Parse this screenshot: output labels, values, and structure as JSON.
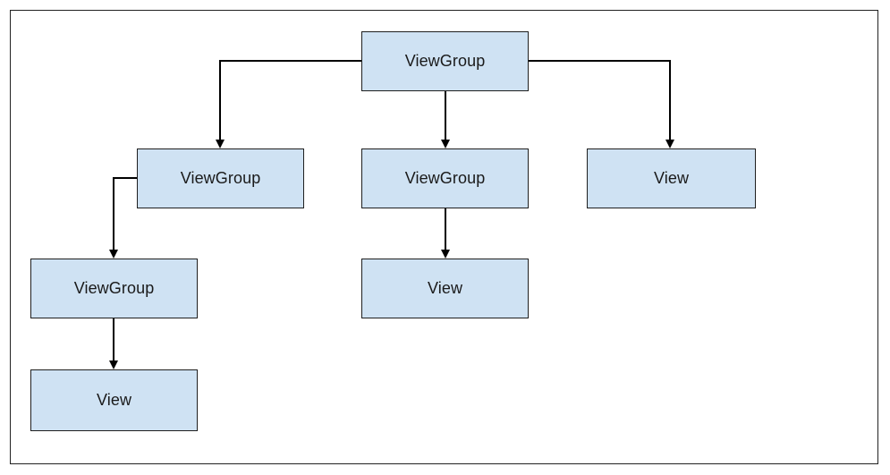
{
  "diagram": {
    "nodes": {
      "root": {
        "label": "ViewGroup"
      },
      "viewgroup_left": {
        "label": "ViewGroup"
      },
      "viewgroup_middle": {
        "label": "ViewGroup"
      },
      "view_right": {
        "label": "View"
      },
      "viewgroup_lower_left": {
        "label": "ViewGroup"
      },
      "view_middle": {
        "label": "View"
      },
      "view_bottom_left": {
        "label": "View"
      }
    },
    "edges": [
      {
        "from": "root",
        "to": "viewgroup_left"
      },
      {
        "from": "root",
        "to": "viewgroup_middle"
      },
      {
        "from": "root",
        "to": "view_right"
      },
      {
        "from": "viewgroup_left",
        "to": "viewgroup_lower_left"
      },
      {
        "from": "viewgroup_middle",
        "to": "view_middle"
      },
      {
        "from": "viewgroup_lower_left",
        "to": "view_bottom_left"
      }
    ],
    "colors": {
      "node_fill": "#cfe2f3",
      "node_border": "#1f1f1f",
      "edge": "#000000"
    }
  }
}
